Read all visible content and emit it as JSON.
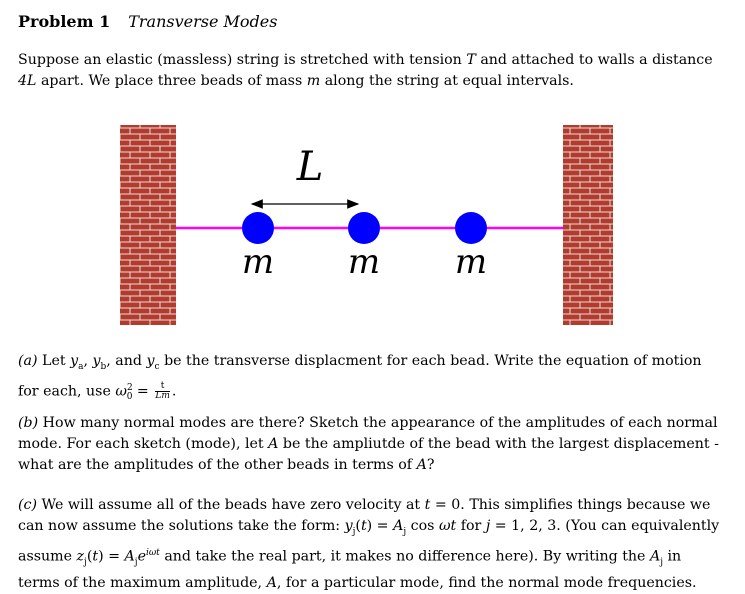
{
  "header": {
    "problem": "Problem 1",
    "topic": "Transverse Modes"
  },
  "intro": {
    "t1": "Suppose an elastic (massless) string is stretched with tension ",
    "v1": "T",
    "t2": " and attached to walls a distance ",
    "v2": "4L",
    "t3": " apart. We place three beads of mass ",
    "v3": "m",
    "t4": " along the string at equal intervals."
  },
  "figure": {
    "spacing_label": "L",
    "bead_labels": [
      "m",
      "m",
      "m"
    ],
    "colors": {
      "string": "#ff00ff",
      "bead": "#0000ff",
      "brick": "#b33a2e",
      "mortar": "#e9dcd2"
    }
  },
  "part_a": {
    "label": "(a)",
    "t1": " Let ",
    "v1": "y",
    "s1": "a",
    "t2": ", ",
    "v2": "y",
    "s2": "b",
    "t3": ", and ",
    "v3": "y",
    "s3": "c",
    "t4": " be the transverse displacment for each bead. Write the equation of motion for each, use ",
    "v4": "ω",
    "s4": "0",
    "sup4": "2",
    "eq": " = ",
    "frac_num": "t",
    "frac_den": "Lm",
    "end": "."
  },
  "part_b": {
    "label": "(b)",
    "t1": " How many normal modes are there? Sketch the appearance of the amplitudes of each normal mode. For each sketch (mode), let ",
    "v1": "A",
    "t2": " be the ampliutde of the bead with the largest displacement - what are the amplitudes of the other beads in terms of ",
    "v2": "A",
    "t3": "?"
  },
  "part_c": {
    "label": "(c)",
    "t1": " We will assume all of the beads have zero velocity at ",
    "v1": "t",
    "t2": " = 0. This simplifies things because we can now assume the solutions take the form: ",
    "v2": "y",
    "s2": "j",
    "t3": "(",
    "v3": "t",
    "t4": ") = ",
    "v4": "A",
    "s4": "j",
    "t5": " cos ",
    "v5": "ωt",
    "t6": " for ",
    "v6": "j",
    "t7": " = 1, 2, 3. (You can equivalently assume ",
    "v7": "z",
    "s7": "j",
    "t8": "(",
    "v8": "t",
    "t9": ") = ",
    "v9": "A",
    "s9": "j",
    "v10": "e",
    "sup10": "iωt",
    "t10": " and take the real part, it makes no difference here). By writing the ",
    "v11": "A",
    "s11": "j",
    "t11": " in terms of the maximum amplitude, ",
    "v12": "A",
    "t12": ", for a particular mode, find the normal mode frequencies."
  }
}
